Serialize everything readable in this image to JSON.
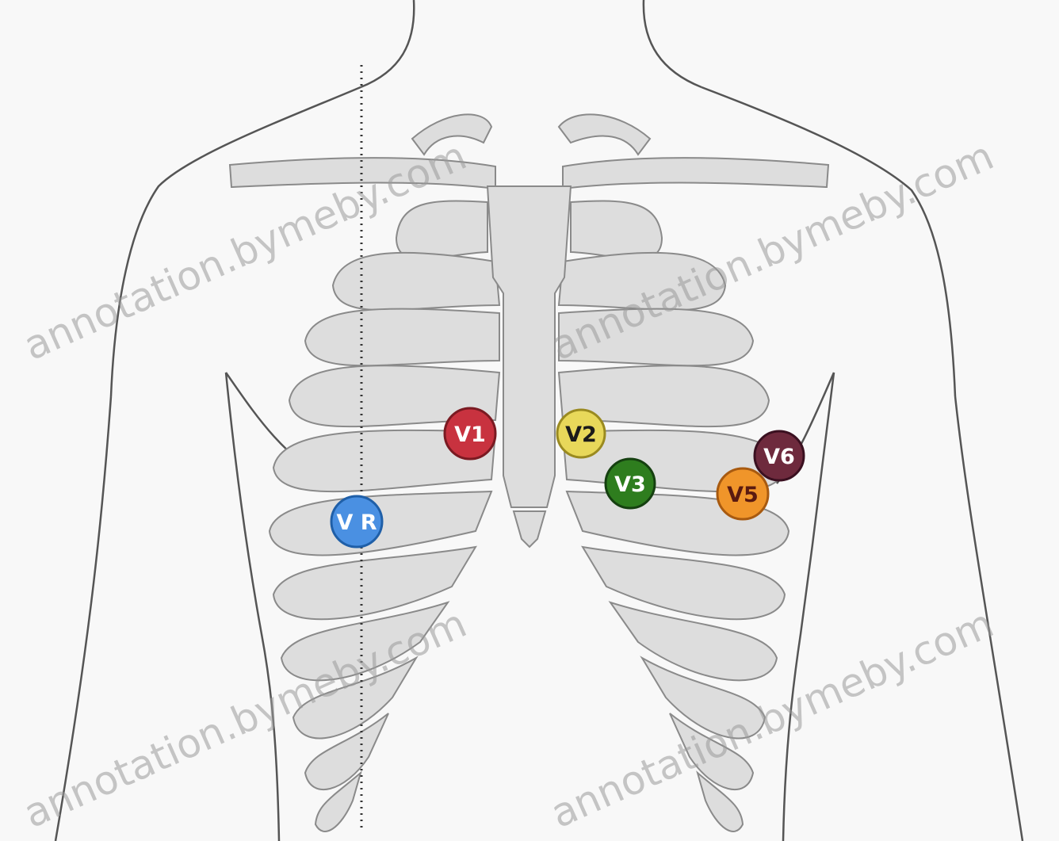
{
  "electrodes": [
    {
      "key": "v1",
      "label": "V1",
      "fill": "#c8323f",
      "text_color": "#ffffff"
    },
    {
      "key": "v2",
      "label": "V2",
      "fill": "#e8d85a",
      "text_color": "#1a1a1a"
    },
    {
      "key": "v3",
      "label": "V3",
      "fill": "#2e7d1e",
      "text_color": "#ffffff"
    },
    {
      "key": "v5",
      "label": "V5",
      "fill": "#f0952a",
      "text_color": "#5a1a10"
    },
    {
      "key": "v6",
      "label": "V6",
      "fill": "#6e2a3d",
      "text_color": "#ffffff"
    },
    {
      "key": "vr",
      "label": "V R",
      "fill": "#4a90e2",
      "text_color": "#ffffff"
    }
  ],
  "watermark": {
    "text": "annotation.bymeby.com",
    "color": "#9a9a9a"
  },
  "colors": {
    "outline": "#555555",
    "bone_fill": "#dddddd",
    "bone_stroke": "#8a8a8a",
    "midline": "#333333"
  }
}
